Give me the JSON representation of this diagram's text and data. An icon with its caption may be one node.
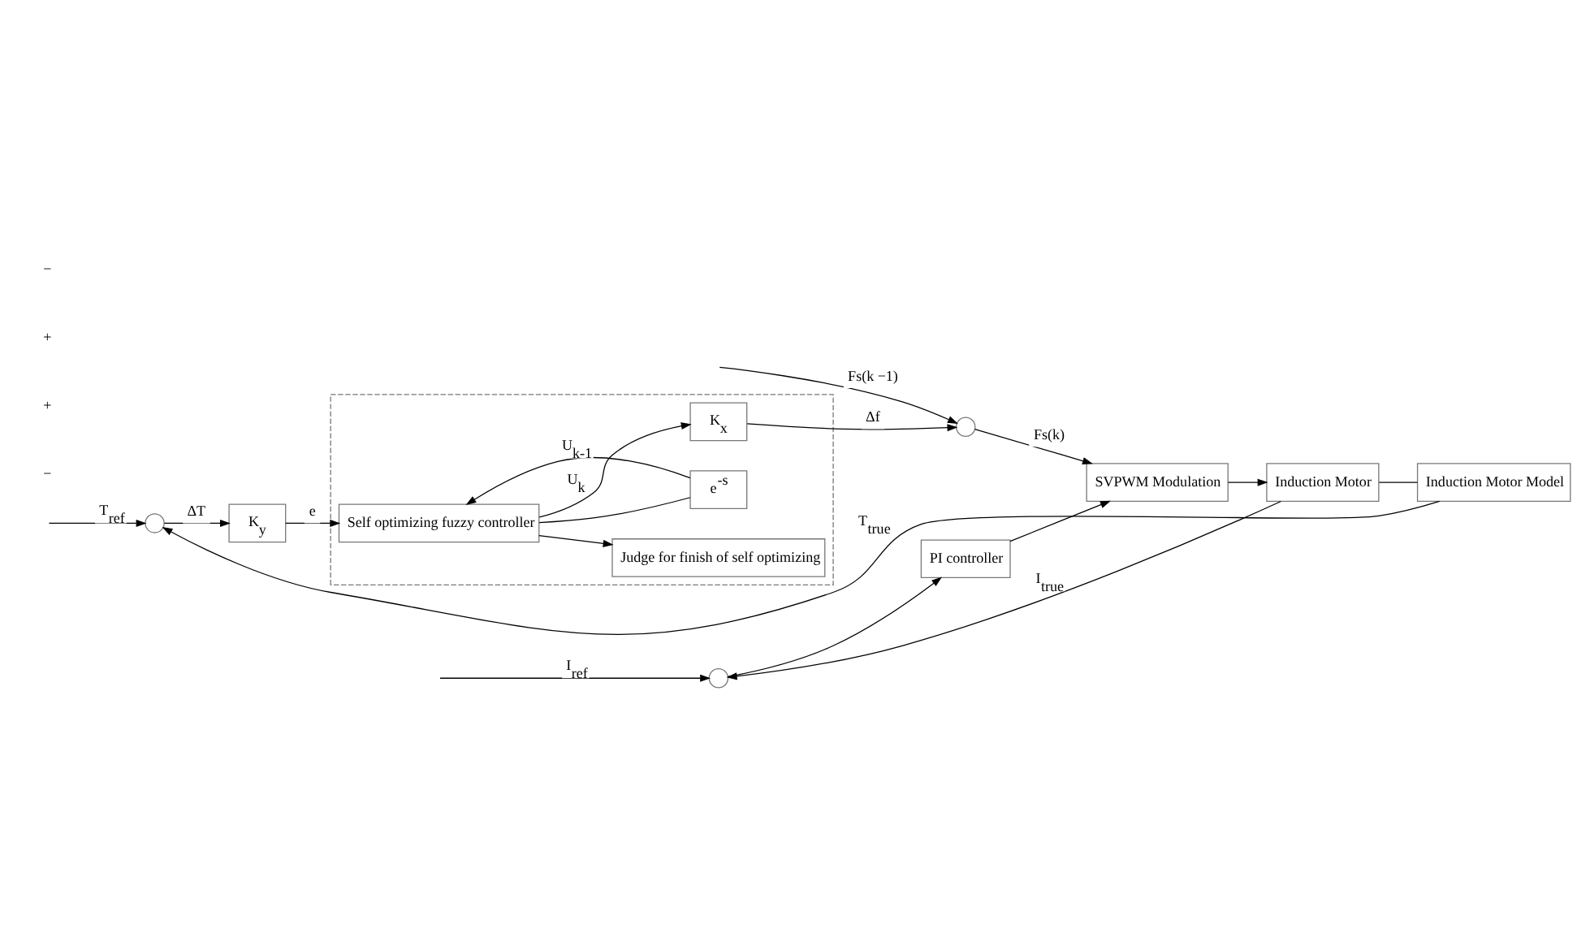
{
  "diagram": {
    "nodes": [
      {
        "text": [],
        "shape": "circle"
      },
      {
        "text": [
          "PI controller"
        ]
      },
      {
        "text": [
          "SVPWM Modulation"
        ]
      },
      {
        "text": [
          "Induction Motor"
        ]
      },
      {
        "text": [],
        "shape": "box"
      },
      {
        "text": [
          "Judge for finish of self optimizing"
        ],
        "in": 4
      },
      {
        "text": [
          "Self optimizing fuzzy controller"
        ],
        "in": 4
      },
      {
        "text": [
          "e$^{-s}$"
        ],
        "in": 4
      },
      {
        "text": [],
        "shape": "circle"
      },
      {
        "text": [
          "K$_{y}$"
        ]
      },
      {
        "text": [
          "K$_{x}$"
        ],
        "in": 4
      },
      {
        "text": [],
        "shape": "circle"
      },
      {
        "text": [
          "Induction Motor Model"
        ]
      }
    ],
    "edges": [
      {
        "from": null,
        "to": 0,
        "arrow": "to",
        "label": "I$_{ref}$"
      },
      {
        "from": 3,
        "to": 0,
        "arrow": "to",
        "label": "I$_{true}$"
      },
      {
        "from": 0,
        "to": 1,
        "arrow": "to"
      },
      {
        "from": 1,
        "to": 2,
        "arrow": "to"
      },
      {
        "from": 2,
        "to": 3,
        "arrow": "to"
      },
      {
        "from": 3,
        "to": 12,
        "arrow": "none"
      },
      {
        "from": 12,
        "to": 8,
        "arrow": "to",
        "label": "T$_{true}$"
      },
      {
        "from": null,
        "to": 8,
        "arrow": "to",
        "label": "T$_{ref}$"
      },
      {
        "from": 8,
        "to": 9,
        "arrow": "to",
        "label": "ΔT"
      },
      {
        "from": 9,
        "to": 6,
        "arrow": "to",
        "label": "e"
      },
      {
        "from": 6,
        "to": 5,
        "arrow": "to"
      },
      {
        "from": 6,
        "to": 10,
        "arrow": "to",
        "label": "U$_{k}$"
      },
      {
        "from": 6,
        "to": 7,
        "arrow": "none"
      },
      {
        "from": 7,
        "to": 6,
        "arrow": "to",
        "label": "U$_{k-1}$"
      },
      {
        "from": 10,
        "to": 11,
        "arrow": "to",
        "label": "Δf"
      },
      {
        "from": null,
        "to": 11,
        "arrow": "to",
        "label": "Fs(k −1)"
      },
      {
        "from": 11,
        "to": 2,
        "arrow": "to",
        "label": "Fs(k)"
      }
    ],
    "labels": [
      "−",
      "+",
      "+",
      "−"
    ]
  }
}
